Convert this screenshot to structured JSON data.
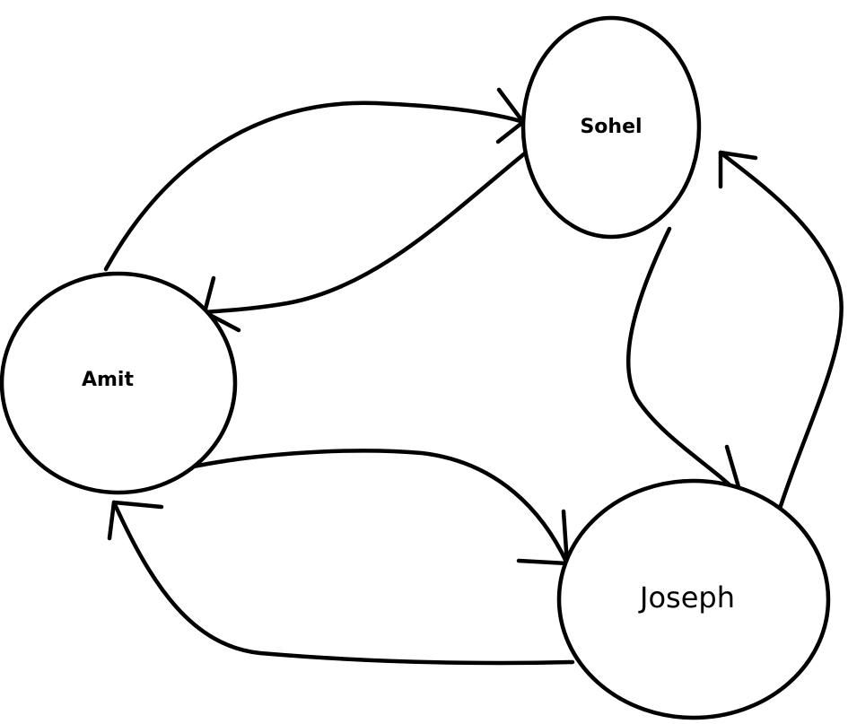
{
  "diagram": {
    "nodes": {
      "sohel": {
        "label": "Sohel"
      },
      "amit": {
        "label": "Amit"
      },
      "joseph": {
        "label": "Joseph"
      }
    },
    "edges": [
      {
        "from": "Amit",
        "to": "Sohel"
      },
      {
        "from": "Sohel",
        "to": "Amit"
      },
      {
        "from": "Sohel",
        "to": "Joseph"
      },
      {
        "from": "Joseph",
        "to": "Sohel"
      },
      {
        "from": "Amit",
        "to": "Joseph"
      },
      {
        "from": "Joseph",
        "to": "Amit"
      }
    ],
    "colors": {
      "stroke": "#000000",
      "background": "#ffffff"
    }
  }
}
